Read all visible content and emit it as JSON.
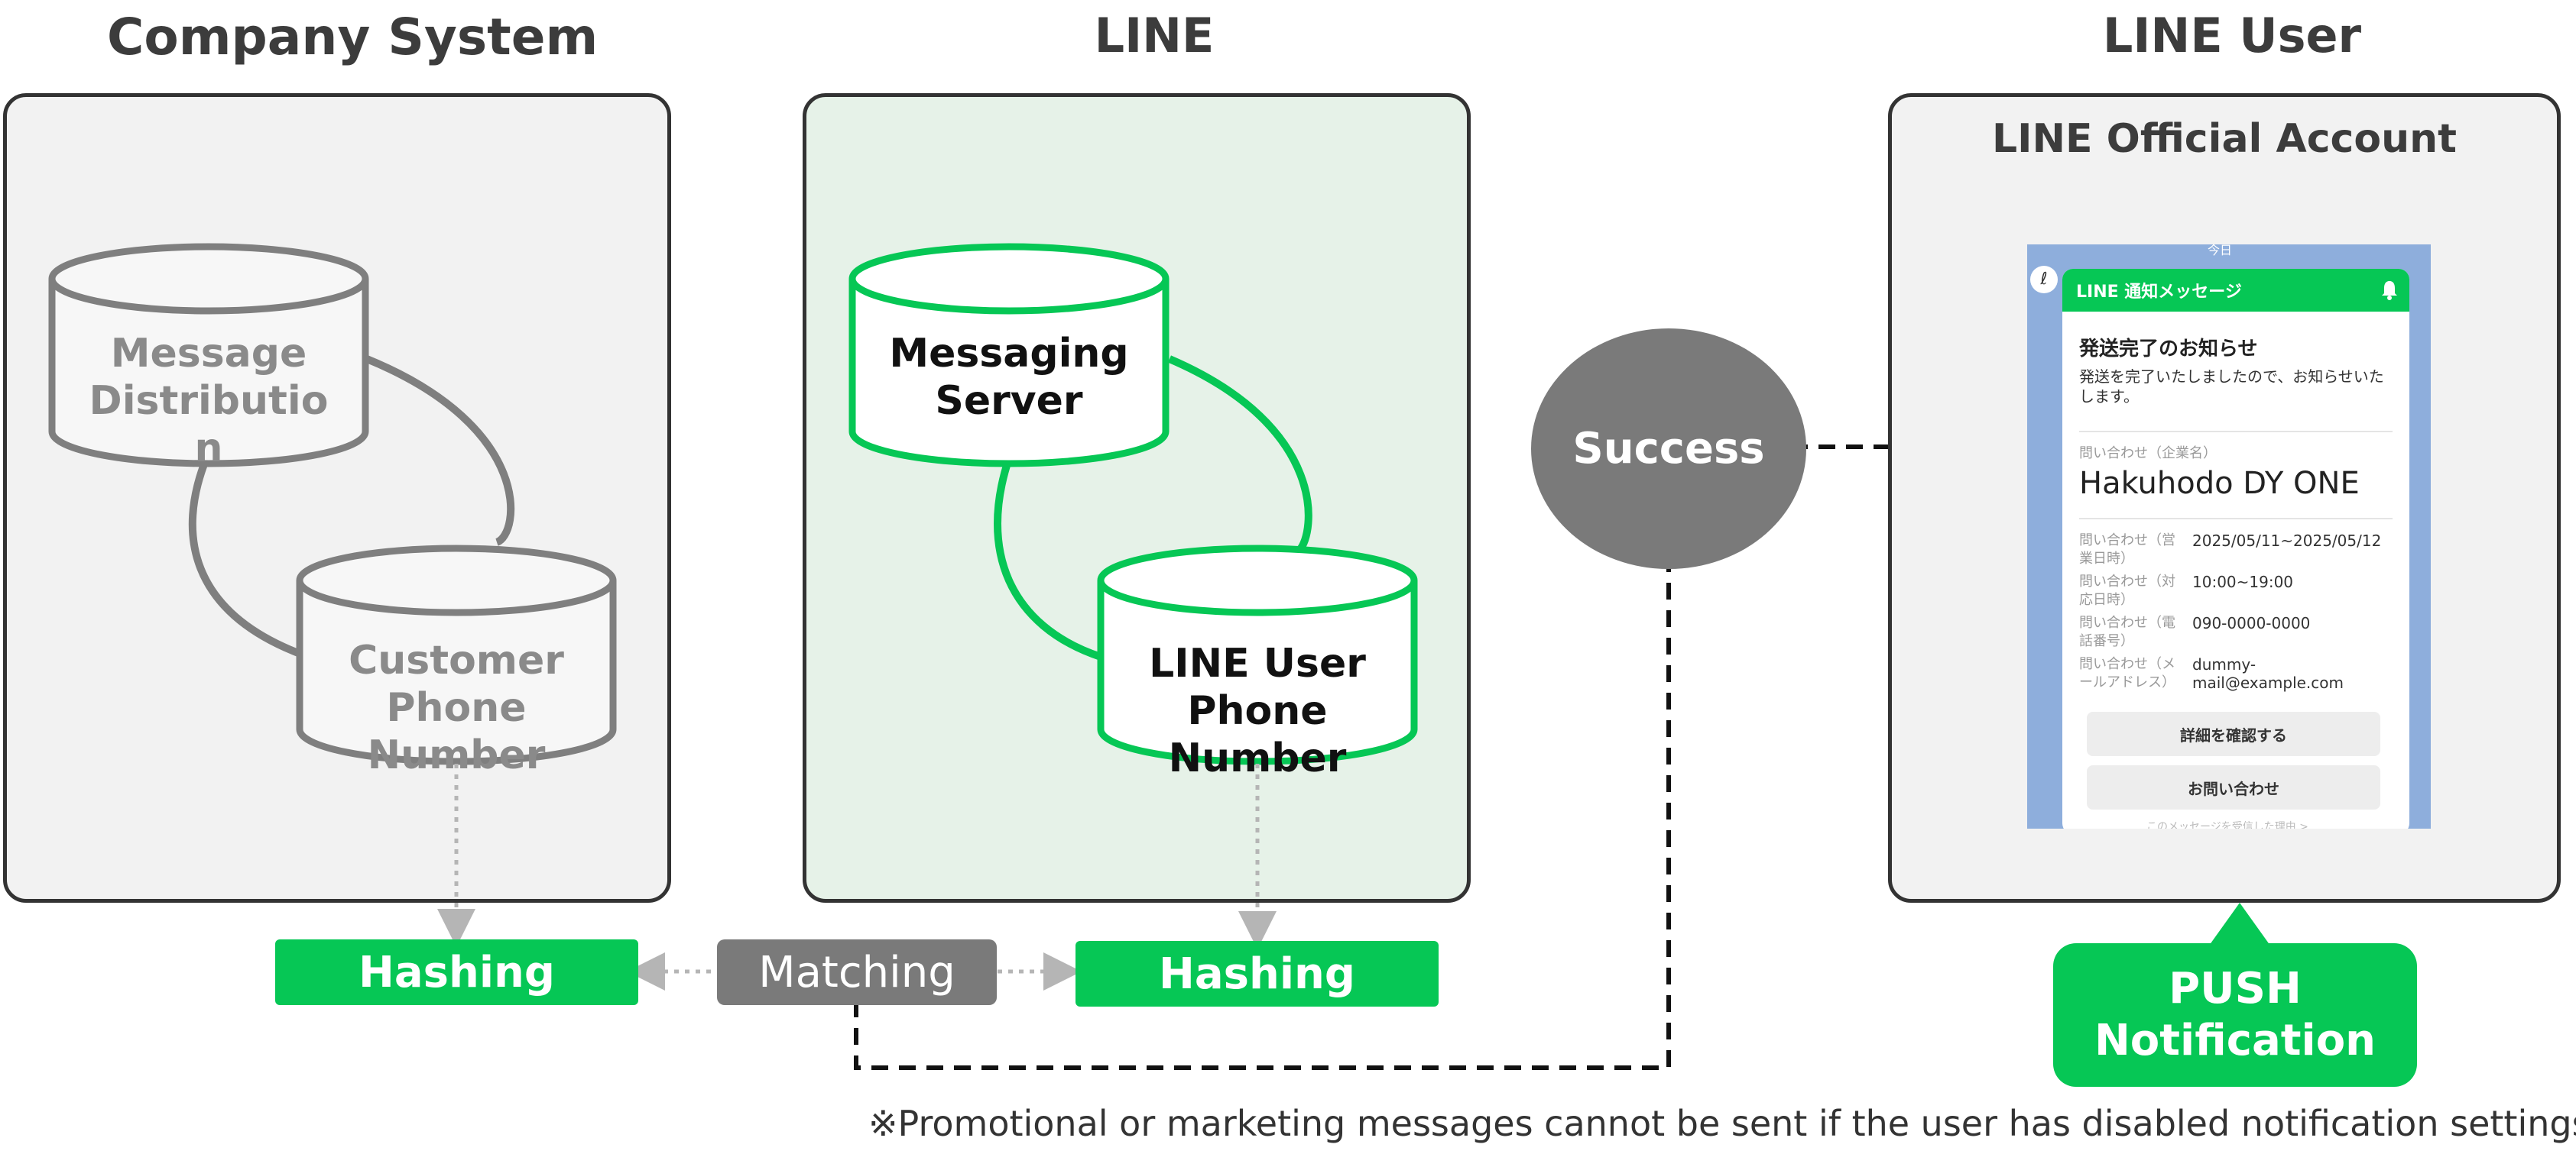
{
  "columns": {
    "company": "Company System",
    "line": "LINE",
    "user": "LINE User"
  },
  "databases": {
    "message_distribution": "Message\nDistributio\nn",
    "customer_phone": "Customer\nPhone Number",
    "messaging_server": "Messaging\nServer",
    "line_user_phone": "LINE User\nPhone Number"
  },
  "process": {
    "hashing_left": "Hashing",
    "matching": "Matching",
    "hashing_right": "Hashing",
    "success": "Success"
  },
  "official_account": {
    "title": "LINE Official Account",
    "phone": {
      "date_tab": "今日",
      "header": "LINE 通知メッセージ",
      "notice_title": "発送完了のお知らせ",
      "notice_body": "発送を完了いたしましたので、お知らせいたします。",
      "company_label": "問い合わせ（企業名）",
      "company_name": "Hakuhodo DY ONE",
      "rows": [
        {
          "label": "問い合わせ（営業日時）",
          "value": "2025/05/11~2025/05/12"
        },
        {
          "label": "問い合わせ（対応日時）",
          "value": "10:00~19:00"
        },
        {
          "label": "問い合わせ（電話番号）",
          "value": "090-0000-0000"
        },
        {
          "label": "問い合わせ（メールアドレス）",
          "value": "dummy-\nmail@example.com"
        }
      ],
      "button_details": "詳細を確認する",
      "button_contact": "お問い合わせ",
      "footer": "このメッセージを受信した理由 >"
    }
  },
  "push": {
    "line1": "PUSH",
    "line2": "Notification"
  },
  "footnote": "※Promotional or marketing messages cannot be sent if the user has disabled notification settings.",
  "colors": {
    "line_green": "#06c755",
    "gray": "#7a7a7a",
    "panel_company": "#f2f2f2",
    "panel_line": "#e6f2e8",
    "panel_user": "#f2f2f2"
  }
}
